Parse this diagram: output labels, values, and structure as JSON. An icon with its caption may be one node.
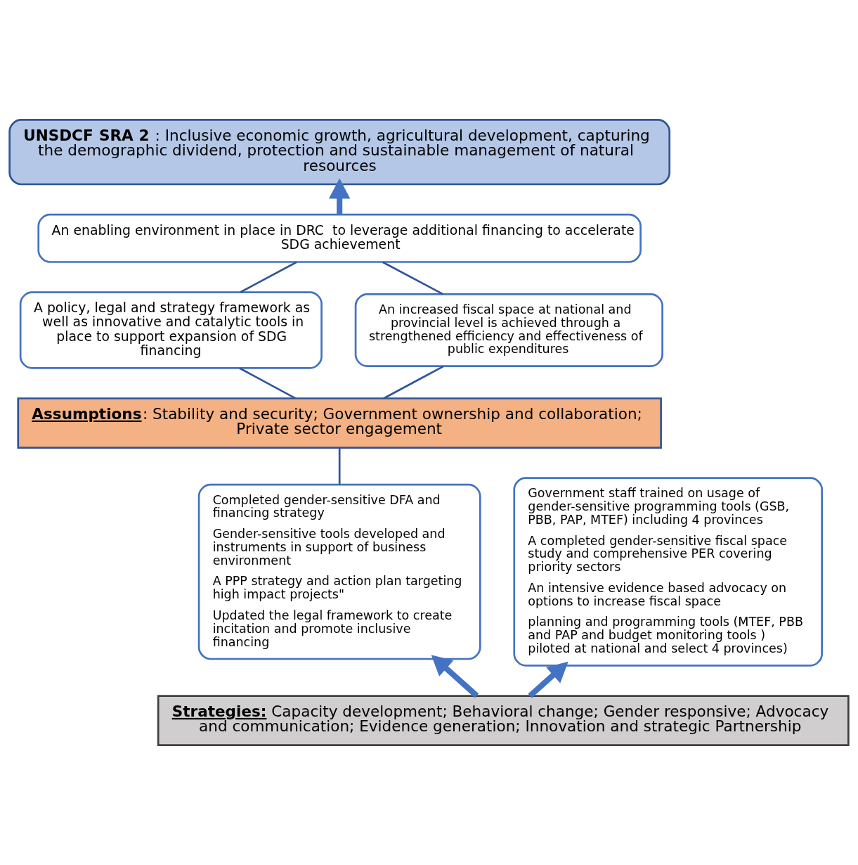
{
  "diagram": {
    "nodes": [
      {
        "text": [
          "**UNSDCF SRA 2** : Inclusive economic growth, agricultural development, capturing the demographic dividend, protection and sustainable management of natural resources"
        ]
      },
      {
        "text": [
          "An enabling environment in place in DRC  to leverage additional financing to accelerate SDG achievement"
        ]
      },
      {
        "text": [
          "A policy, legal and strategy framework as well as innovative and catalytic tools in place to support expansion of SDG financing"
        ]
      },
      {
        "text": [
          "An increased fiscal space at national and provincial level is achieved through a strengthened efficiency and effectiveness of public expenditures"
        ]
      },
      {
        "text": [
          "**Assumptions**: Stability and security; Government ownership and collaboration; Private sector engagement"
        ]
      },
      {
        "text": [
          "Completed gender-sensitive DFA and financing strategy",
          "Gender-sensitive tools developed and instruments in support of business environment",
          "A PPP strategy and action plan targeting high impact projects\"",
          "Updated the legal framework to create incitation and promote inclusive financing"
        ]
      },
      {
        "text": [
          "Government staff trained on usage of gender-sensitive programming tools (GSB, PBB, PAP, MTEF) including 4 provinces",
          "A completed gender-sensitive fiscal space study and comprehensive PER covering priority sectors",
          "An intensive evidence based advocacy on options to increase fiscal space",
          "planning and programming tools (MTEF, PBB and PAP and budget monitoring tools ) piloted at national and select 4 provinces)"
        ]
      },
      {
        "text": [
          "**Strategies:** Capacity development; Behavioral change; Gender responsive; Advocacy and communication; Evidence generation; Innovation and strategic Partnership"
        ]
      }
    ],
    "edges": [
      {
        "from": 1,
        "to": 0,
        "arrow": "to",
        "style": "thick"
      },
      {
        "from": 1,
        "to": 2,
        "arrow": "none"
      },
      {
        "from": 1,
        "to": 3,
        "arrow": "none"
      },
      {
        "from": 2,
        "to": 4,
        "arrow": "none"
      },
      {
        "from": 3,
        "to": 4,
        "arrow": "none"
      },
      {
        "from": 4,
        "to": 5,
        "arrow": "none"
      },
      {
        "from": 7,
        "to": 5,
        "arrow": "to",
        "style": "thick"
      },
      {
        "from": 7,
        "to": 6,
        "arrow": "to",
        "style": "thick"
      }
    ]
  }
}
